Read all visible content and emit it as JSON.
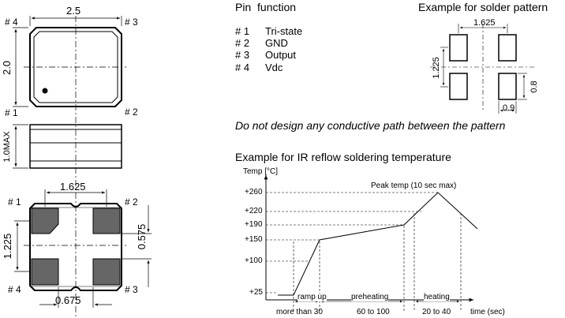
{
  "package": {
    "width_label": "2.5",
    "height_label": "2.0",
    "thickness_label": "1.0MAX",
    "pins": {
      "p1": "# 1",
      "p2": "# 2",
      "p3": "# 3",
      "p4": "# 4"
    }
  },
  "pad_view": {
    "pitch_label": "1.625",
    "height_label": "1.225",
    "pad_gap_label": "0.575",
    "pad_offset_label": "0.675"
  },
  "pin_table": {
    "header": "Pin  function",
    "rows": [
      {
        "pin": "# 1",
        "func": "Tri-state"
      },
      {
        "pin": "# 2",
        "func": "GND"
      },
      {
        "pin": "# 3",
        "func": "Output"
      },
      {
        "pin": "# 4",
        "func": "Vdc"
      }
    ]
  },
  "solder_pattern": {
    "title": "Example for solder pattern",
    "pitch_label": "1.625",
    "height_label": "1.225",
    "pad_size_label": "0.8",
    "pad_width_label": "0.9"
  },
  "note": "Do not design any conductive path between the pattern",
  "reflow": {
    "title": "Example for IR reflow soldering temperature",
    "y_title": "Temp [°C]",
    "peak_label": "Peak temp (10 sec max)",
    "ticks": [
      "+260",
      "+220",
      "+190",
      "+150",
      "+100",
      "+25"
    ],
    "zones": {
      "ramp": "ramp up",
      "pre": "preheating",
      "heat": "heating"
    },
    "durations": [
      "more than 30",
      "60 to 100",
      "20 to 40"
    ],
    "x_unit": "time (sec)"
  }
}
